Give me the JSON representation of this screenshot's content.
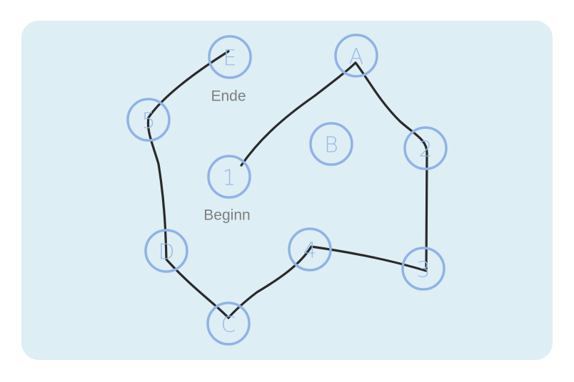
{
  "nodes": [
    {
      "id": "E",
      "label": "E"
    },
    {
      "id": "A",
      "label": "A"
    },
    {
      "id": "5",
      "label": "5"
    },
    {
      "id": "B",
      "label": "B"
    },
    {
      "id": "2",
      "label": "2"
    },
    {
      "id": "1",
      "label": "1"
    },
    {
      "id": "D",
      "label": "D"
    },
    {
      "id": "4",
      "label": "4"
    },
    {
      "id": "3",
      "label": "3"
    },
    {
      "id": "C",
      "label": "C"
    }
  ],
  "captions": {
    "end": "Ende",
    "start": "Beginn"
  },
  "path_order": [
    "1",
    "A",
    "2",
    "3",
    "4",
    "C",
    "D",
    "5",
    "E"
  ],
  "colors": {
    "panel": "#deeef5",
    "node": "#8eb3e6",
    "path": "#2a2a2a",
    "caption": "#7f7f7f"
  }
}
